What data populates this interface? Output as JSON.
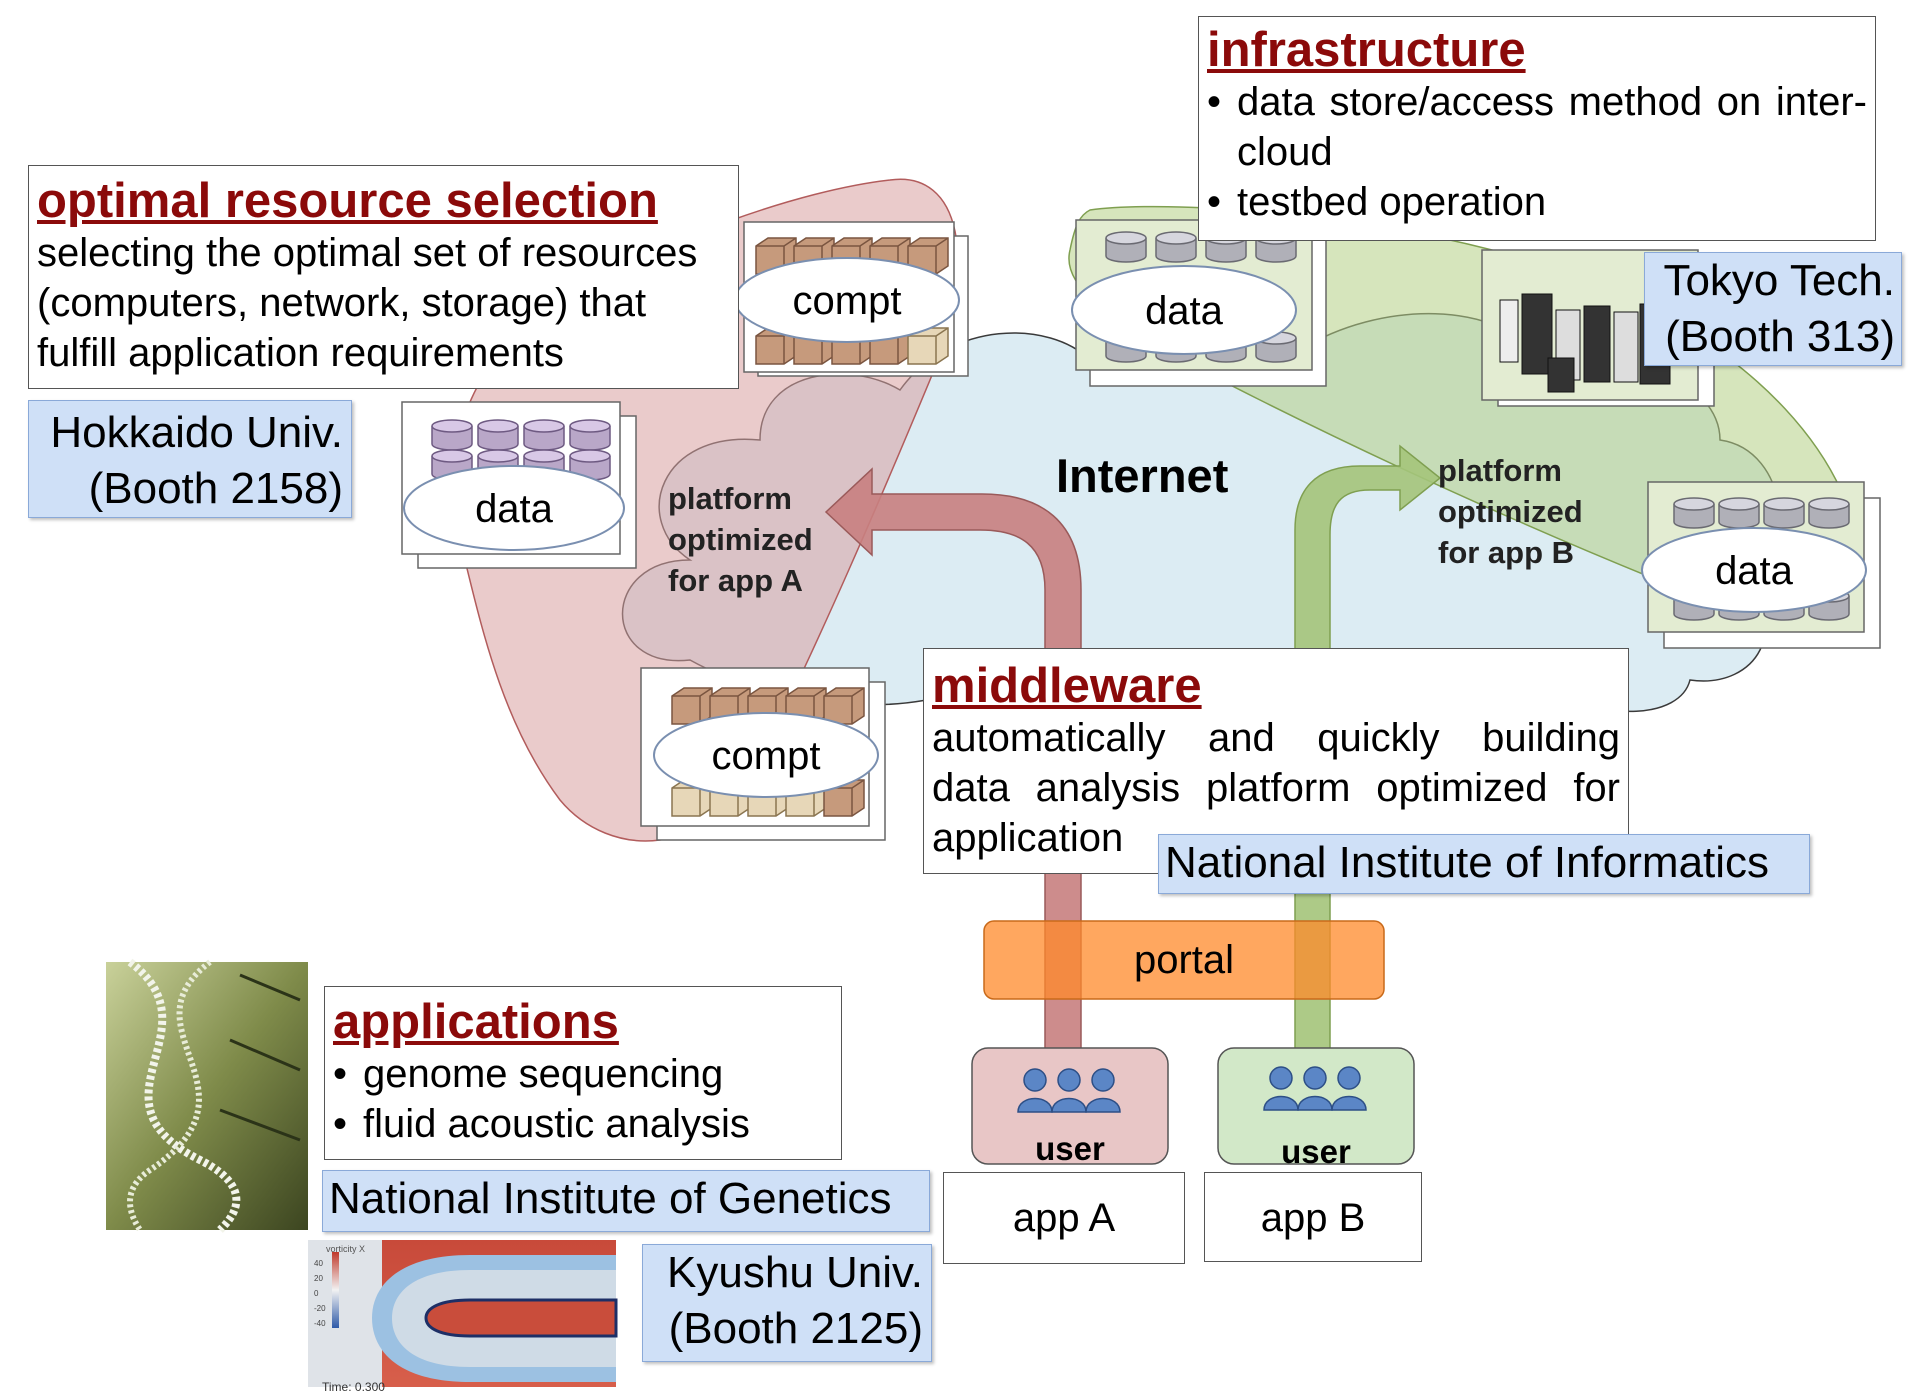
{
  "internet_label": "Internet",
  "optimal_resource": {
    "heading": "optimal resource selection",
    "text": "selecting the optimal set of resources (computers, network, storage) that fulfill application requirements",
    "institute": [
      "Hokkaido Univ.",
      "(Booth 2158)"
    ]
  },
  "infrastructure": {
    "heading": "infrastructure",
    "bullets": [
      "data store/access method on inter-cloud",
      "testbed operation"
    ],
    "institute": [
      "Tokyo Tech.",
      "(Booth 313)"
    ]
  },
  "middleware": {
    "heading": "middleware",
    "text_lines": [
      "automatically and quickly building",
      "data analysis platform optimized for",
      "application"
    ],
    "institute": "National Institute of Informatics"
  },
  "applications": {
    "heading": "applications",
    "bullets": [
      "genome sequencing",
      "fluid acoustic analysis"
    ],
    "institutes": [
      "National Institute of Genetics",
      "Kyushu Univ.",
      "(Booth 2125)"
    ]
  },
  "platform_a": [
    "platform",
    "optimized",
    "for app A"
  ],
  "platform_b": [
    "platform",
    "optimized",
    "for app B"
  ],
  "nodes": {
    "compt": "compt",
    "data": "data"
  },
  "portal": "portal",
  "user": "user",
  "apps": [
    "app A",
    "app B"
  ],
  "sim_image": {
    "legend_title": "vorticity X",
    "legend_ticks": [
      "40",
      "20",
      "0",
      "-20",
      "-40"
    ],
    "time": "Time: 0.300"
  },
  "colors": {
    "heading": "#8b0a0a",
    "institute_bg": "#cfe0f7",
    "cloud": "#dcecf3",
    "region_a": "#d9a0a0",
    "region_b": "#b5cf85",
    "arrow_a": "#c88080",
    "arrow_b": "#a4c47a",
    "portal": "#ff9e4a"
  }
}
